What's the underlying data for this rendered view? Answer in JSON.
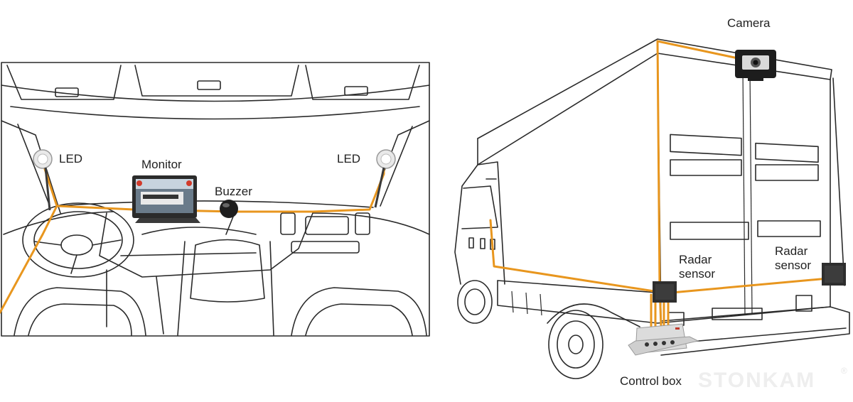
{
  "labels": {
    "led_left": "LED",
    "led_right": "LED",
    "monitor": "Monitor",
    "buzzer": "Buzzer",
    "camera": "Camera",
    "radar_left_1": "Radar",
    "radar_left_2": "sensor",
    "radar_right_1": "Radar",
    "radar_right_2": "sensor",
    "control_box": "Control box"
  },
  "watermark": "STONKAM",
  "watermark_mark": "®",
  "colors": {
    "wire": "#e8961e",
    "outline": "#2a2a2a",
    "device_dark": "#3a3a3a",
    "background": "#ffffff"
  }
}
